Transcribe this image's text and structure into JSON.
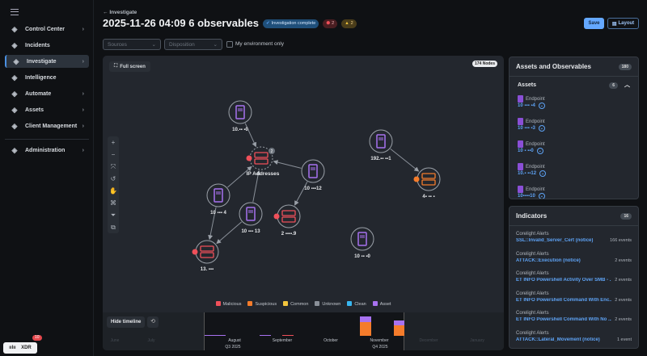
{
  "sidebar": {
    "items": [
      {
        "label": "Control Center",
        "icon": "dashboard-icon",
        "chevron": true
      },
      {
        "label": "Incidents",
        "icon": "target-icon",
        "chevron": false
      },
      {
        "label": "Investigate",
        "icon": "investigate-icon",
        "chevron": true,
        "active": true
      },
      {
        "label": "Intelligence",
        "icon": "intelligence-icon",
        "chevron": false
      },
      {
        "label": "Automate",
        "icon": "automate-icon",
        "chevron": true
      },
      {
        "label": "Assets",
        "icon": "assets-icon",
        "chevron": true
      },
      {
        "label": "Client Management",
        "icon": "client-icon",
        "chevron": true
      },
      {
        "label": "Administration",
        "icon": "admin-icon",
        "chevron": true
      }
    ],
    "product": "XDR",
    "product_badge": "10"
  },
  "header": {
    "back": "Investigate",
    "title": "2025-11-26 04:09 6 observables",
    "status": "Investigation complete",
    "malicious_count": "2",
    "warning_count": "2",
    "save": "Save",
    "layout": "Layout"
  },
  "filters": {
    "sources": "Sources",
    "disposition": "Disposition",
    "my_env": "My environment only"
  },
  "graph": {
    "fullscreen": "Full screen",
    "nodes_count": "174 Nodes",
    "cluster_label": "IP Addresses",
    "cluster_badge": "2",
    "nodes": [
      {
        "id": "a",
        "type": "asset",
        "label": "10.▪▪ ▪0"
      },
      {
        "id": "ip",
        "type": "malicious",
        "label": ""
      },
      {
        "id": "b",
        "type": "asset",
        "label": "10 ▪▪▪12"
      },
      {
        "id": "c",
        "type": "asset",
        "label": "10 ▪▪▪ 4"
      },
      {
        "id": "d",
        "type": "asset",
        "label": "10 ▪▪▪ 13"
      },
      {
        "id": "e",
        "type": "malicious",
        "label": "2 ▪▪▪▪.9"
      },
      {
        "id": "f",
        "type": "malicious",
        "label": "13. ▪▪▪"
      },
      {
        "id": "g",
        "type": "asset",
        "label": "192.▪▪ ▪▪1"
      },
      {
        "id": "h",
        "type": "suspicious",
        "label": "4▪ ▪▪ ▪"
      },
      {
        "id": "i",
        "type": "asset",
        "label": "10 ▪▪ ▪0"
      }
    ],
    "edges": [
      [
        "a",
        "ip"
      ],
      [
        "b",
        "ip"
      ],
      [
        "c",
        "ip"
      ],
      [
        "d",
        "ip"
      ],
      [
        "b",
        "e"
      ],
      [
        "c",
        "f"
      ],
      [
        "d",
        "f"
      ],
      [
        "g",
        "h"
      ]
    ],
    "legend": [
      {
        "label": "Malicious",
        "color": "#f0505a"
      },
      {
        "label": "Suspicious",
        "color": "#f57c2b"
      },
      {
        "label": "Common",
        "color": "#f2c53d"
      },
      {
        "label": "Unknown",
        "color": "#8a9099"
      },
      {
        "label": "Clean",
        "color": "#38b6f0"
      },
      {
        "label": "Asset",
        "color": "#a872f0"
      }
    ]
  },
  "timeline": {
    "hide": "Hide timeline",
    "months": [
      "June",
      "July",
      "August",
      "September",
      "October",
      "November",
      "December",
      "January"
    ],
    "q3": "Q3 2025",
    "q4": "Q4 2025"
  },
  "assets_panel": {
    "title": "Assets and Observables",
    "count": "180",
    "section": "Assets",
    "section_count": "6",
    "items": [
      {
        "type": "Endpoint",
        "value": "10 ▪▪▪ ▪4"
      },
      {
        "type": "Endpoint",
        "value": "10 ▪▪▪ ▪3"
      },
      {
        "type": "Endpoint",
        "value": "10 ▪ ▪▪0"
      },
      {
        "type": "Endpoint",
        "value": "10.▪ ▪▪12"
      },
      {
        "type": "Endpoint",
        "value": "10▪▪▪▪10"
      },
      {
        "type": "Endpoint",
        "value": ""
      }
    ]
  },
  "indicators": {
    "title": "Indicators",
    "count": "16",
    "items": [
      {
        "source": "Corelight Alerts",
        "name": "SSL::Invalid_Server_Cert (notice)",
        "events": "166 events"
      },
      {
        "source": "Corelight Alerts",
        "name": "ATTACK::Execution (notice)",
        "events": "2 events"
      },
      {
        "source": "Corelight Alerts",
        "name": "ET INFO Powershell Activity Over SMB - ...",
        "events": "2 events"
      },
      {
        "source": "Corelight Alerts",
        "name": "ET INFO Powershell Command With Enc...",
        "events": "2 events"
      },
      {
        "source": "Corelight Alerts",
        "name": "ET INFO Powershell Command With No ...",
        "events": "2 events"
      },
      {
        "source": "Corelight Alerts",
        "name": "ATTACK::Lateral_Movement (notice)",
        "events": "1 event"
      }
    ]
  }
}
